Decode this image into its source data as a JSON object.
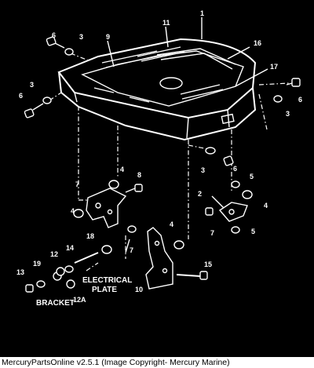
{
  "callouts": [
    "1",
    "2",
    "3",
    "4",
    "5",
    "6",
    "7",
    "8",
    "9",
    "10",
    "11",
    "12",
    "12A",
    "13",
    "14",
    "15",
    "16",
    "17",
    "18",
    "19"
  ],
  "captions": {
    "electrical_plate_1": "ELECTRICAL",
    "electrical_plate_2": "PLATE",
    "bracket": "BRACKET"
  },
  "footer": {
    "text": "MercuryPartsOnline v2.5.1 (Image Copyright- Mercury Marine)"
  }
}
